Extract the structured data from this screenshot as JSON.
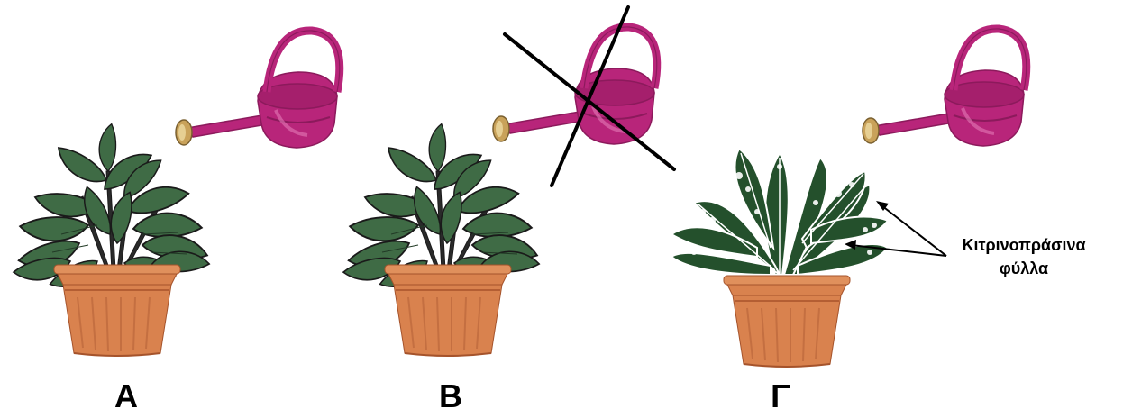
{
  "panels": [
    {
      "label": "Α"
    },
    {
      "label": "Β"
    },
    {
      "label": "Γ"
    }
  ],
  "annotation": {
    "line1": "Κιτρινοπράσινα",
    "line2": "φύλλα"
  },
  "colors": {
    "leaf_green": "#3f6b45",
    "leaf_dark": "#2a4a30",
    "leaf_outline": "#1a1a1a",
    "variegated_leaf": "#24502c",
    "pot": "#d9824e",
    "pot_dark": "#b45e33",
    "watering_can": "#b8257a",
    "watering_can_dark": "#8c1a5c"
  },
  "icons": [
    "watering-can-icon",
    "plant-icon",
    "cross-icon",
    "arrow-icon"
  ]
}
